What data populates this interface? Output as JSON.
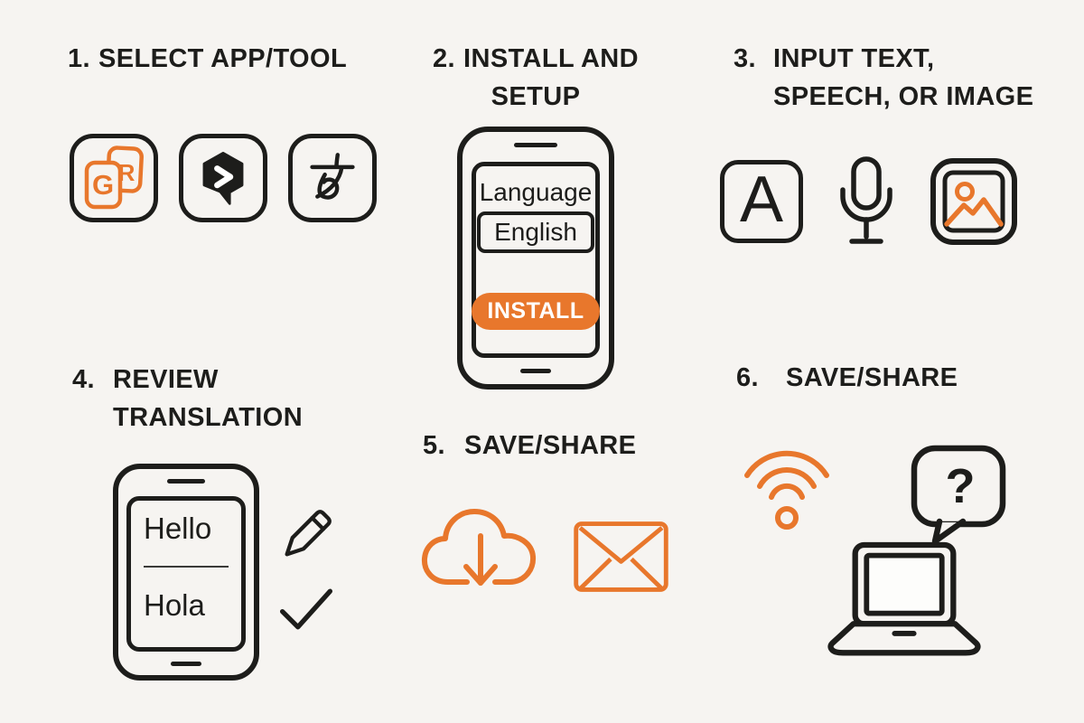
{
  "palette": {
    "background": "#F6F4F1",
    "ink": "#1D1D1B",
    "accent": "#E8772C",
    "button_text": "#FFFFFF"
  },
  "steps": {
    "step1": {
      "number": "1.",
      "title": "SELECT APP/TOOL",
      "app_icons": [
        {
          "name": "google-translate-app",
          "front_letter": "G",
          "back_letter": "R"
        },
        {
          "name": "deepl-translator-app"
        },
        {
          "name": "language-character-app"
        }
      ]
    },
    "step2": {
      "number": "2.",
      "title_line1": "INSTALL AND",
      "title_line2": "SETUP",
      "phone_screen": {
        "label": "Language",
        "selected_language": "English",
        "install_button": "INSTALL"
      }
    },
    "step3": {
      "number": "3.",
      "title_line1": "INPUT TEXT,",
      "title_line2": "SPEECH, OR IMAGE",
      "text_icon_letter": "A"
    },
    "step4": {
      "number": "4.",
      "title_line1": "REVIEW",
      "title_line2": "TRANSLATION",
      "phone_screen": {
        "source_text": "Hello",
        "translated_text": "Hola"
      }
    },
    "step5": {
      "number": "5.",
      "title": "SAVE/SHARE"
    },
    "step6": {
      "number": "6.",
      "title": "SAVE/SHARE",
      "speech_bubble_text": "?"
    }
  }
}
